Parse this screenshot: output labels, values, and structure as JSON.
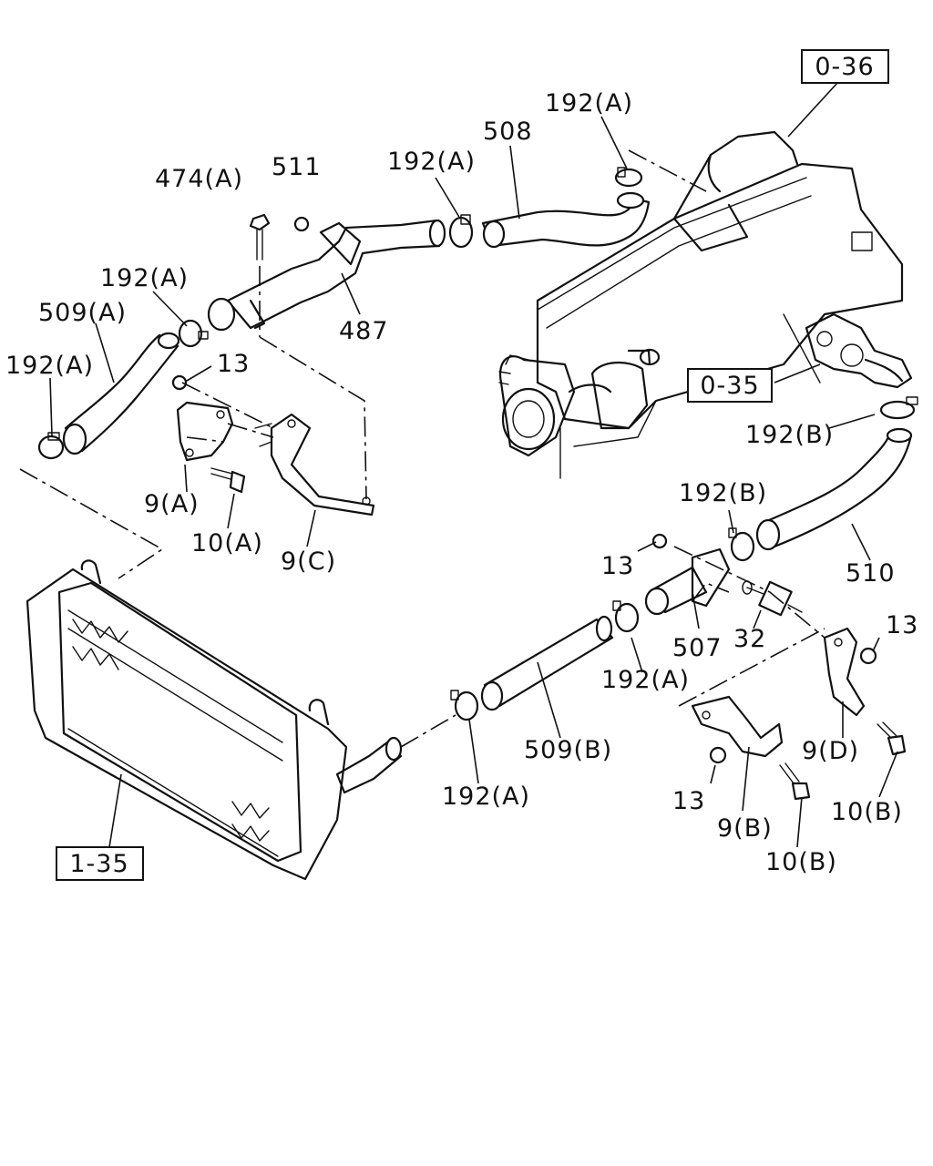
{
  "callouts": {
    "c_474a": "474(A)",
    "c_511": "511",
    "c_192a_1": "192(A)",
    "c_508": "508",
    "c_192a_2": "192(A)",
    "c_192a_3": "192(A)",
    "c_509a": "509(A)",
    "c_487": "487",
    "c_192a_4": "192(A)",
    "c_13_1": "13",
    "c_9a": "9(A)",
    "c_10a": "10(A)",
    "c_9c": "9(C)",
    "c_192b_1": "192(B)",
    "c_192b_2": "192(B)",
    "c_13_2": "13",
    "c_510": "510",
    "c_507": "507",
    "c_32": "32",
    "c_13_3": "13",
    "c_192a_5": "192(A)",
    "c_509b": "509(B)",
    "c_9d": "9(D)",
    "c_192a_6": "192(A)",
    "c_13_4": "13",
    "c_10b_1": "10(B)",
    "c_9b": "9(B)",
    "c_10b_2": "10(B)"
  },
  "references": {
    "ref_036": "0-36",
    "ref_035": "0-35",
    "ref_135": "1-35"
  }
}
